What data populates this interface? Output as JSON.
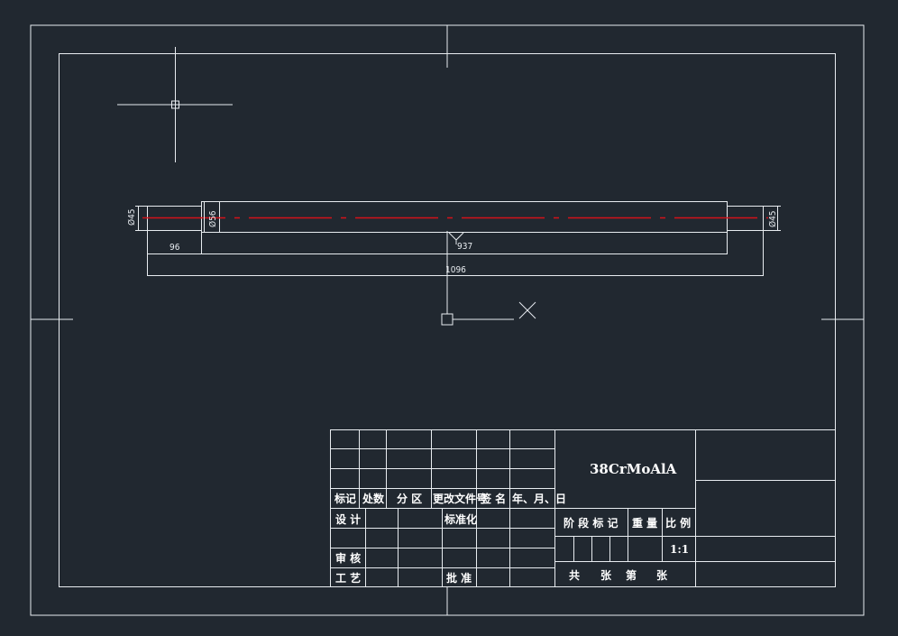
{
  "drawing": {
    "dimensions": {
      "dia_left": "Ø45",
      "dia_mid": "Ø56",
      "dia_right": "Ø45",
      "len_left": "96",
      "len_mid": "937",
      "len_total": "1096"
    },
    "title_block": {
      "material": "38CrMoAlA",
      "rev_mark": "标记",
      "rev_count": "处数",
      "rev_zone": "分 区",
      "rev_doc": "更改文件号",
      "rev_sign": "签 名",
      "rev_date": "年、月、日",
      "design": "设 计",
      "standard": "标准化",
      "review": "审 核",
      "process": "工 艺",
      "approve": "批 准",
      "stage_mark": "阶 段 标 记",
      "weight": "重 量",
      "scale_label": "比 例",
      "scale_value": "1:1",
      "sheet_total": "共",
      "sheet_unit1": "张",
      "sheet_of": "第",
      "sheet_unit2": "张"
    }
  }
}
